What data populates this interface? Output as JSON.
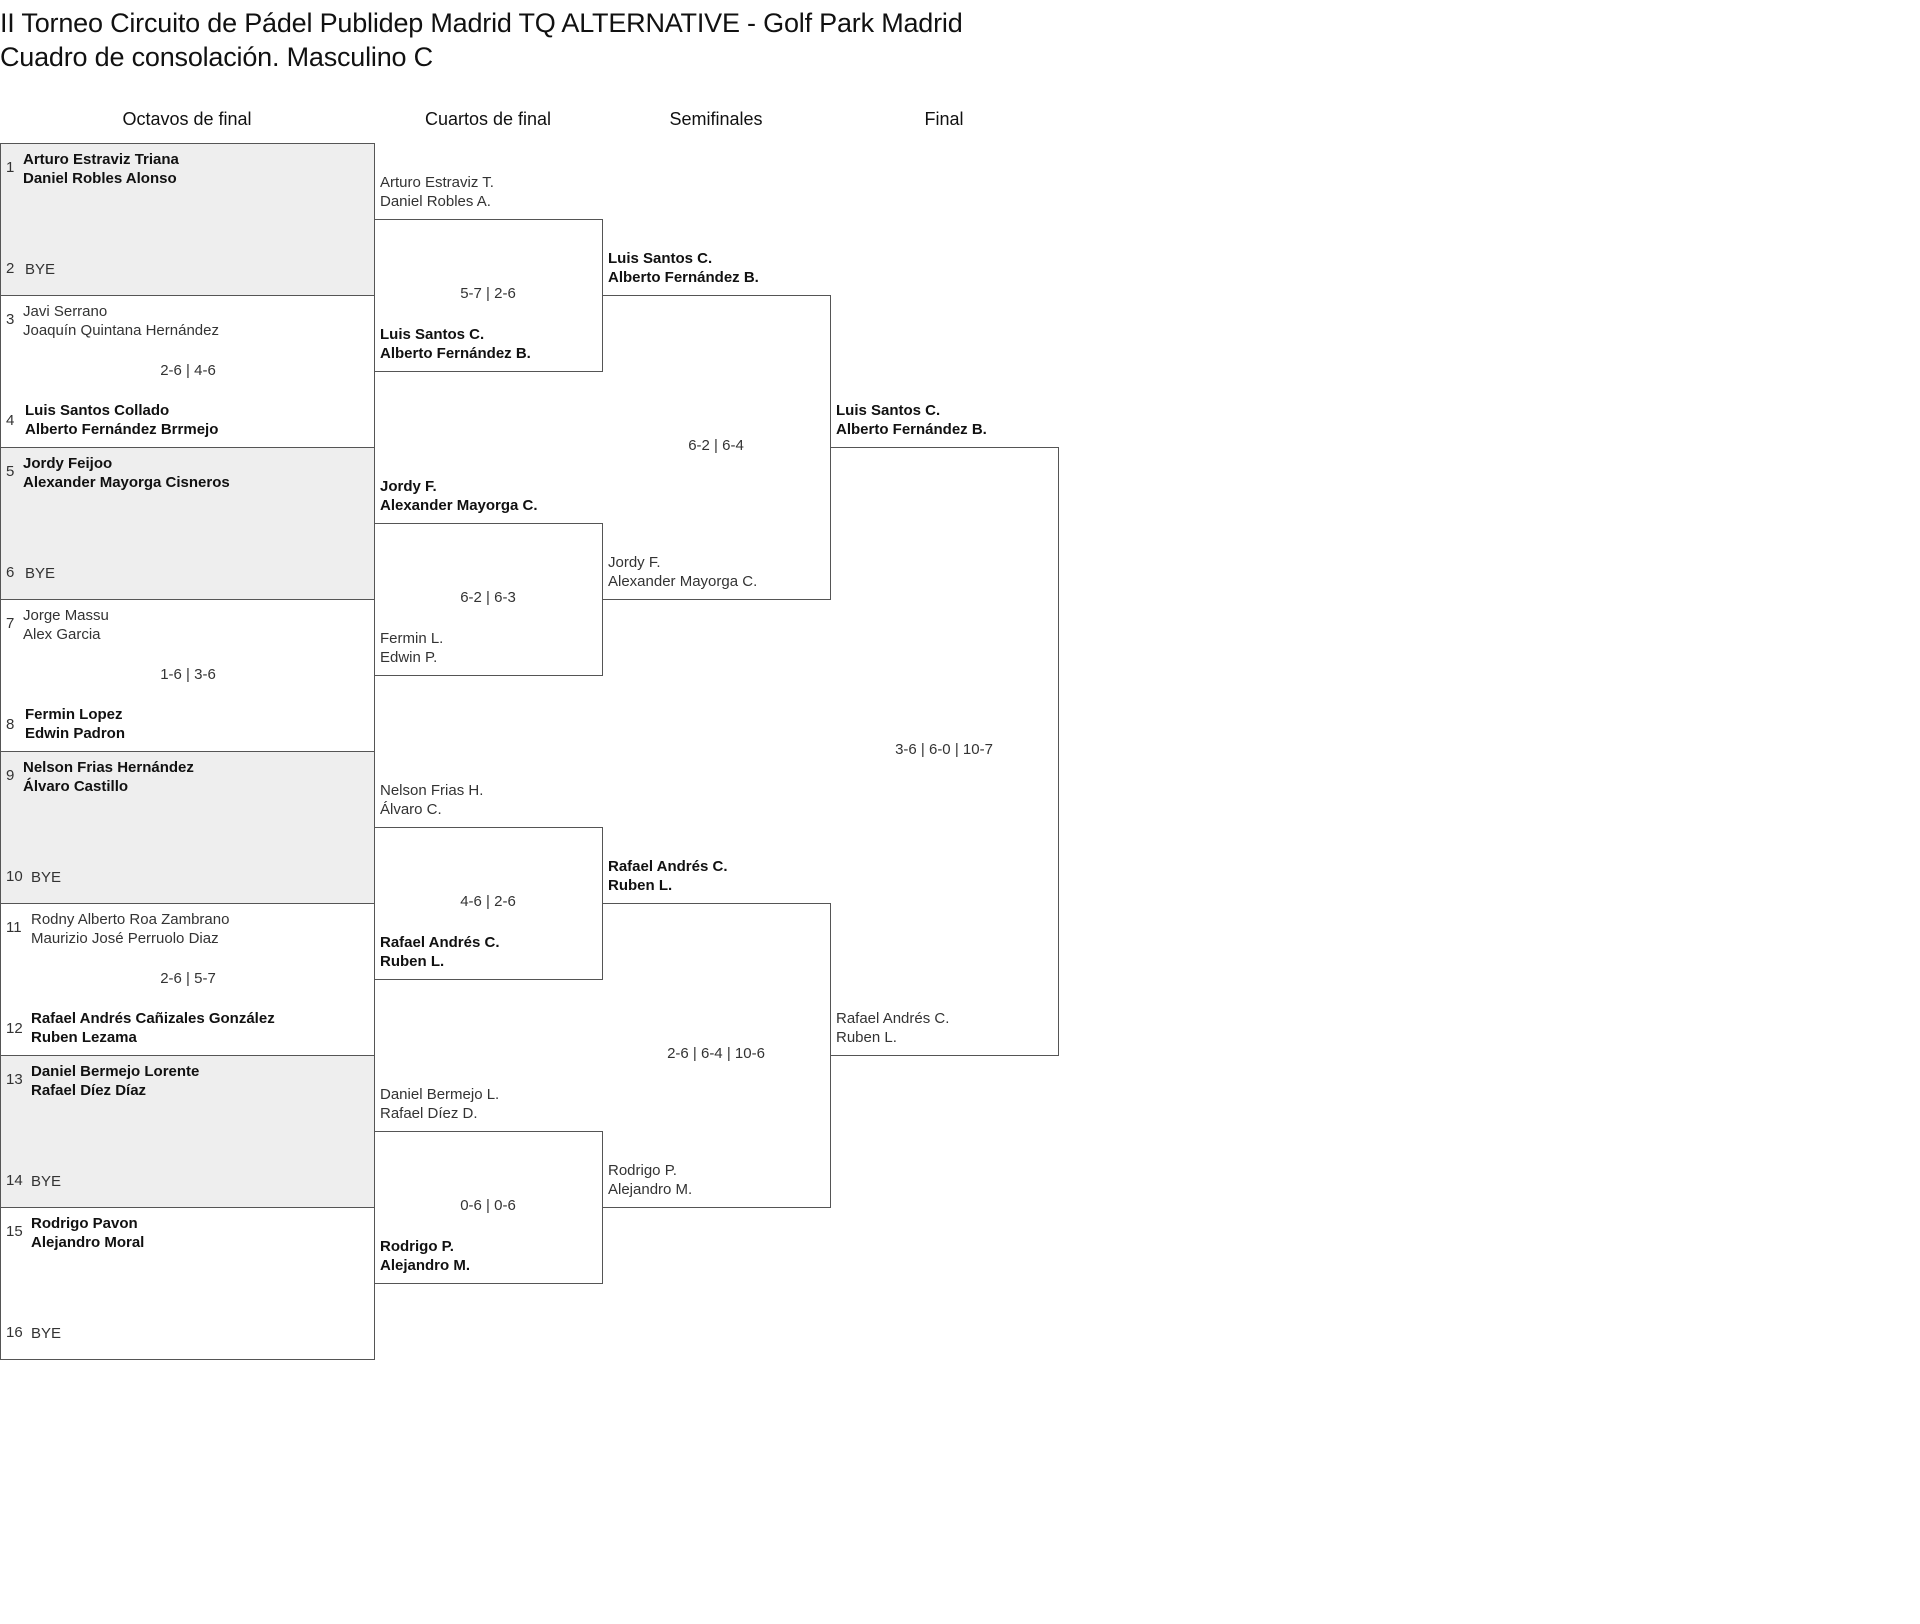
{
  "header": {
    "title": "II Torneo Circuito de Pádel Publidep Madrid TQ ALTERNATIVE - Golf Park Madrid",
    "subtitle": "Cuadro de consolación. Masculino C"
  },
  "rounds": [
    "Octavos de final",
    "Cuartos de final",
    "Semifinales",
    "Final"
  ],
  "r16": [
    {
      "gray": true,
      "top": {
        "seed": "1",
        "p1": "Arturo Estraviz Triana",
        "p2": "Daniel Robles Alonso",
        "winner": true
      },
      "bottom": {
        "seed": "2",
        "p1": "BYE",
        "p2": "",
        "winner": false
      },
      "score": ""
    },
    {
      "gray": false,
      "top": {
        "seed": "3",
        "p1": "Javi Serrano",
        "p2": "Joaquín Quintana Hernández",
        "winner": false
      },
      "bottom": {
        "seed": "4",
        "p1": "Luis Santos Collado",
        "p2": "Alberto Fernández Brrmejo",
        "winner": true
      },
      "score": "2-6 | 4-6"
    },
    {
      "gray": true,
      "top": {
        "seed": "5",
        "p1": "Jordy Feijoo",
        "p2": "Alexander Mayorga Cisneros",
        "winner": true
      },
      "bottom": {
        "seed": "6",
        "p1": "BYE",
        "p2": "",
        "winner": false
      },
      "score": ""
    },
    {
      "gray": false,
      "top": {
        "seed": "7",
        "p1": "Jorge Massu",
        "p2": "Alex Garcia",
        "winner": false
      },
      "bottom": {
        "seed": "8",
        "p1": "Fermin Lopez",
        "p2": "Edwin Padron",
        "winner": true
      },
      "score": "1-6 | 3-6"
    },
    {
      "gray": true,
      "top": {
        "seed": "9",
        "p1": "Nelson Frias Hernández",
        "p2": "Álvaro Castillo",
        "winner": true
      },
      "bottom": {
        "seed": "10",
        "p1": "BYE",
        "p2": "",
        "winner": false
      },
      "score": ""
    },
    {
      "gray": false,
      "top": {
        "seed": "11",
        "p1": "Rodny Alberto Roa Zambrano",
        "p2": "Maurizio José Perruolo Diaz",
        "winner": false
      },
      "bottom": {
        "seed": "12",
        "p1": "Rafael Andrés Cañizales González",
        "p2": "Ruben Lezama",
        "winner": true
      },
      "score": "2-6 | 5-7"
    },
    {
      "gray": true,
      "top": {
        "seed": "13",
        "p1": "Daniel Bermejo Lorente",
        "p2": "Rafael Díez Díaz",
        "winner": true
      },
      "bottom": {
        "seed": "14",
        "p1": "BYE",
        "p2": "",
        "winner": false
      },
      "score": ""
    },
    {
      "gray": false,
      "top": {
        "seed": "15",
        "p1": "Rodrigo Pavon",
        "p2": "Alejandro Moral",
        "winner": true
      },
      "bottom": {
        "seed": "16",
        "p1": "BYE",
        "p2": "",
        "winner": false
      },
      "score": ""
    }
  ],
  "qf": [
    {
      "top": {
        "p1": "Arturo Estraviz T.",
        "p2": "Daniel Robles A.",
        "winner": false
      },
      "bottom": {
        "p1": "Luis Santos C.",
        "p2": "Alberto Fernández B.",
        "winner": true
      },
      "score": "5-7 | 2-6"
    },
    {
      "top": {
        "p1": "Jordy F.",
        "p2": "Alexander Mayorga C.",
        "winner": true
      },
      "bottom": {
        "p1": "Fermin L.",
        "p2": "Edwin P.",
        "winner": false
      },
      "score": "6-2 | 6-3"
    },
    {
      "top": {
        "p1": "Nelson Frias H.",
        "p2": "Álvaro C.",
        "winner": false
      },
      "bottom": {
        "p1": "Rafael Andrés C.",
        "p2": "Ruben L.",
        "winner": true
      },
      "score": "4-6 | 2-6"
    },
    {
      "top": {
        "p1": "Daniel Bermejo L.",
        "p2": "Rafael Díez D.",
        "winner": false
      },
      "bottom": {
        "p1": "Rodrigo P.",
        "p2": "Alejandro M.",
        "winner": true
      },
      "score": "0-6 | 0-6"
    }
  ],
  "sf": [
    {
      "top": {
        "p1": "Luis Santos C.",
        "p2": "Alberto Fernández B.",
        "winner": true
      },
      "bottom": {
        "p1": "Jordy F.",
        "p2": "Alexander Mayorga C.",
        "winner": false
      },
      "score": "6-2 | 6-4"
    },
    {
      "top": {
        "p1": "Rafael Andrés C.",
        "p2": "Ruben L.",
        "winner": true
      },
      "bottom": {
        "p1": "Rodrigo P.",
        "p2": "Alejandro M.",
        "winner": false
      },
      "score": "2-6 | 6-4 | 10-6"
    }
  ],
  "final": {
    "top": {
      "p1": "Luis Santos C.",
      "p2": "Alberto Fernández B.",
      "winner": true
    },
    "bottom": {
      "p1": "Rafael Andrés C.",
      "p2": "Ruben L.",
      "winner": false
    },
    "score": "3-6 | 6-0 | 10-7"
  }
}
